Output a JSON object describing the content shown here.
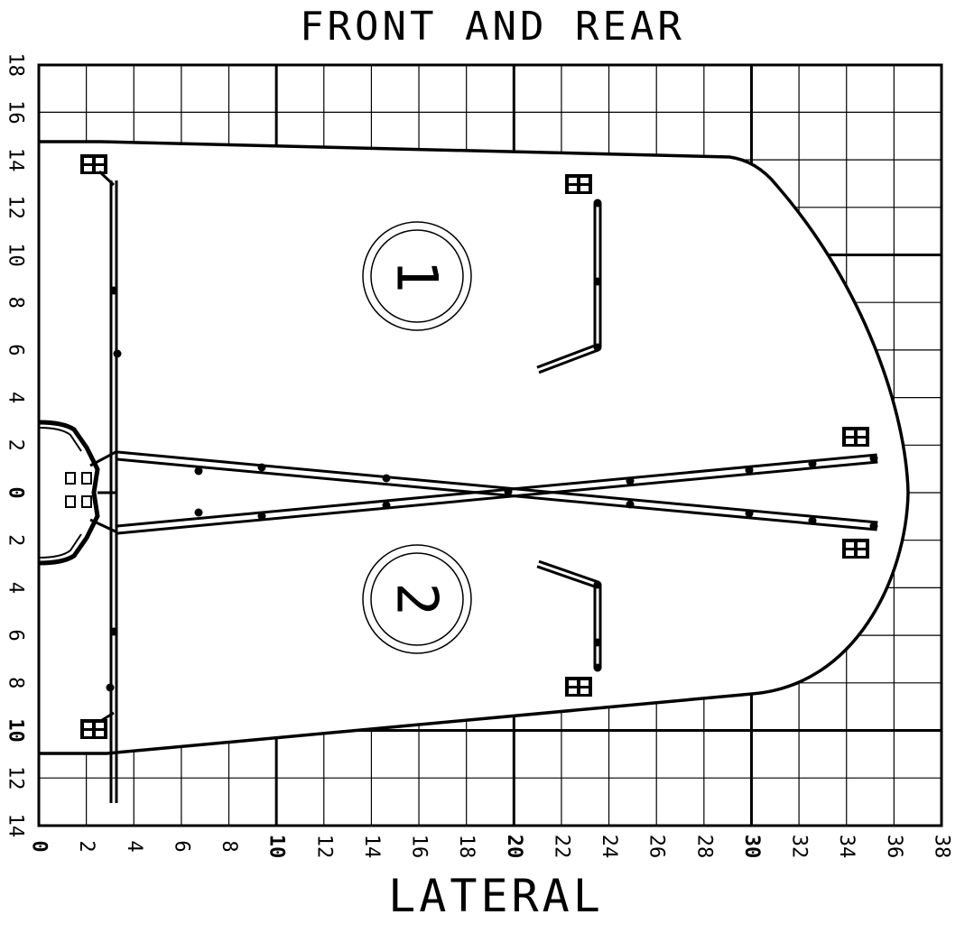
{
  "title_top": "FRONT AND REAR",
  "title_bottom": "LATERAL",
  "x_ticks": [
    "0",
    "2",
    "4",
    "6",
    "8",
    "10",
    "12",
    "14",
    "16",
    "18",
    "20",
    "22",
    "24",
    "26",
    "28",
    "30",
    "32",
    "34",
    "36",
    "38"
  ],
  "x_major": [
    "0",
    "10",
    "20",
    "30"
  ],
  "y_ticks_upper": [
    "18",
    "16",
    "14",
    "12",
    "10",
    "8",
    "6",
    "4",
    "2"
  ],
  "y_zero": "0",
  "y_ticks_lower": [
    "2",
    "4",
    "6",
    "8",
    "10",
    "12",
    "14"
  ],
  "zone_1_label": "1",
  "zone_2_label": "2",
  "colors": {
    "line": "#000000",
    "background": "#ffffff"
  }
}
